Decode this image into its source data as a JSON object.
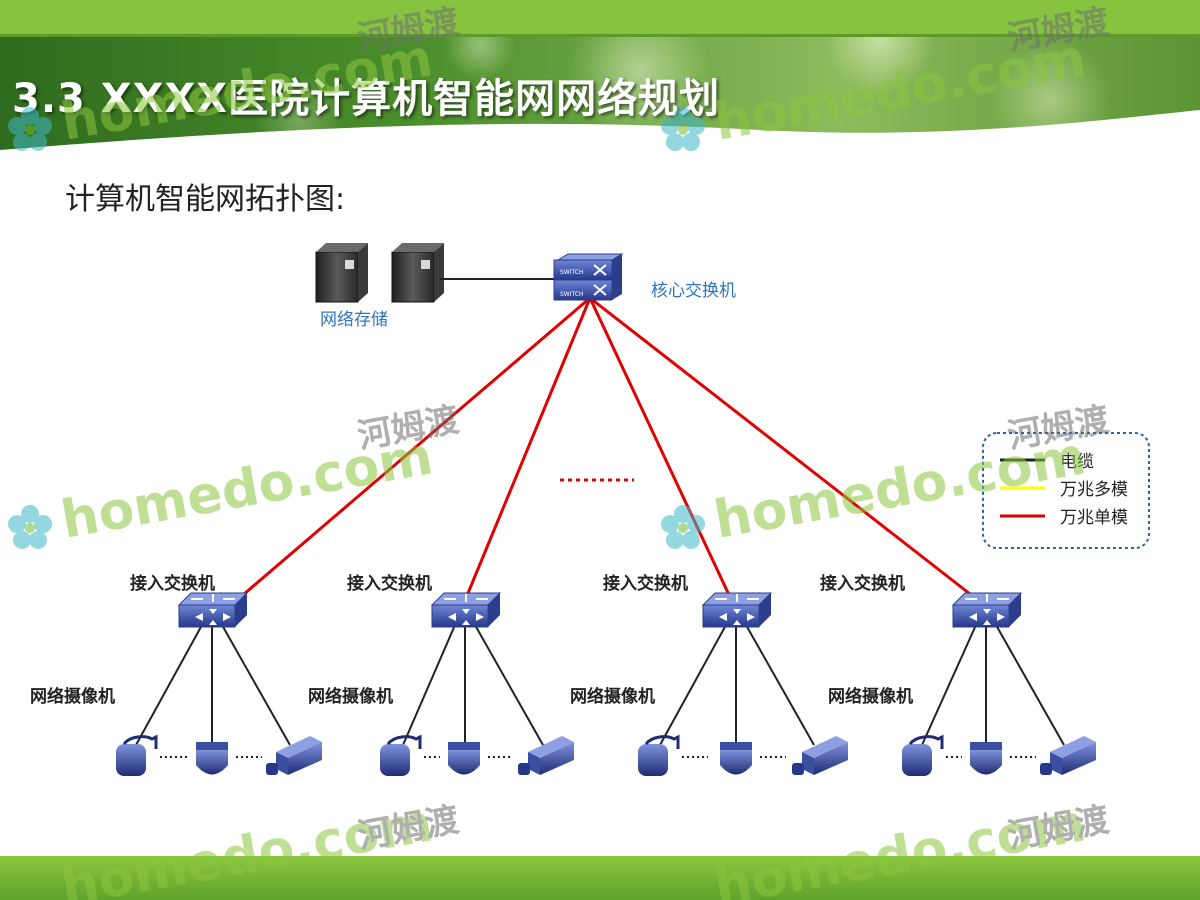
{
  "title": "3.3 XXXX医院计算机智能网网络规划",
  "subtitle": "计算机智能网拓扑图:",
  "core_switch_label": "核心交换机",
  "storage_label": "网络存储",
  "access_switch_label": "接入交换机",
  "camera_label": "网络摄像机",
  "legend": {
    "items": [
      {
        "label": "电缆",
        "color": "#222222"
      },
      {
        "label": "万兆多模",
        "color": "#ffff00"
      },
      {
        "label": "万兆单模",
        "color": "#e00000"
      }
    ]
  },
  "watermark": {
    "site": "homedo.com",
    "name": "河姆渡"
  },
  "colors": {
    "accent_green": "#7ab929",
    "link_red": "#e00000",
    "device_blue": "#3a4fa0"
  }
}
